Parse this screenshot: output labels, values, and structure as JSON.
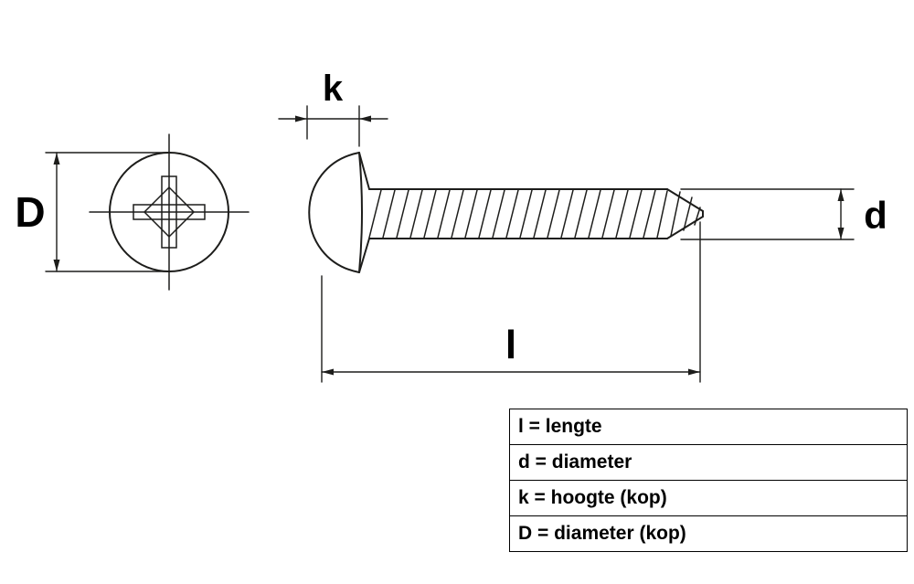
{
  "diagram": {
    "labels": {
      "k": "k",
      "D": "D",
      "d": "d",
      "l": "l"
    }
  },
  "legend": {
    "rows": [
      {
        "text": "l = lengte"
      },
      {
        "text": "d = diameter"
      },
      {
        "text": "k = hoogte (kop)"
      },
      {
        "text": "D = diameter (kop)"
      }
    ]
  },
  "colors": {
    "line": "#1d1d1b",
    "background": "#ffffff"
  }
}
